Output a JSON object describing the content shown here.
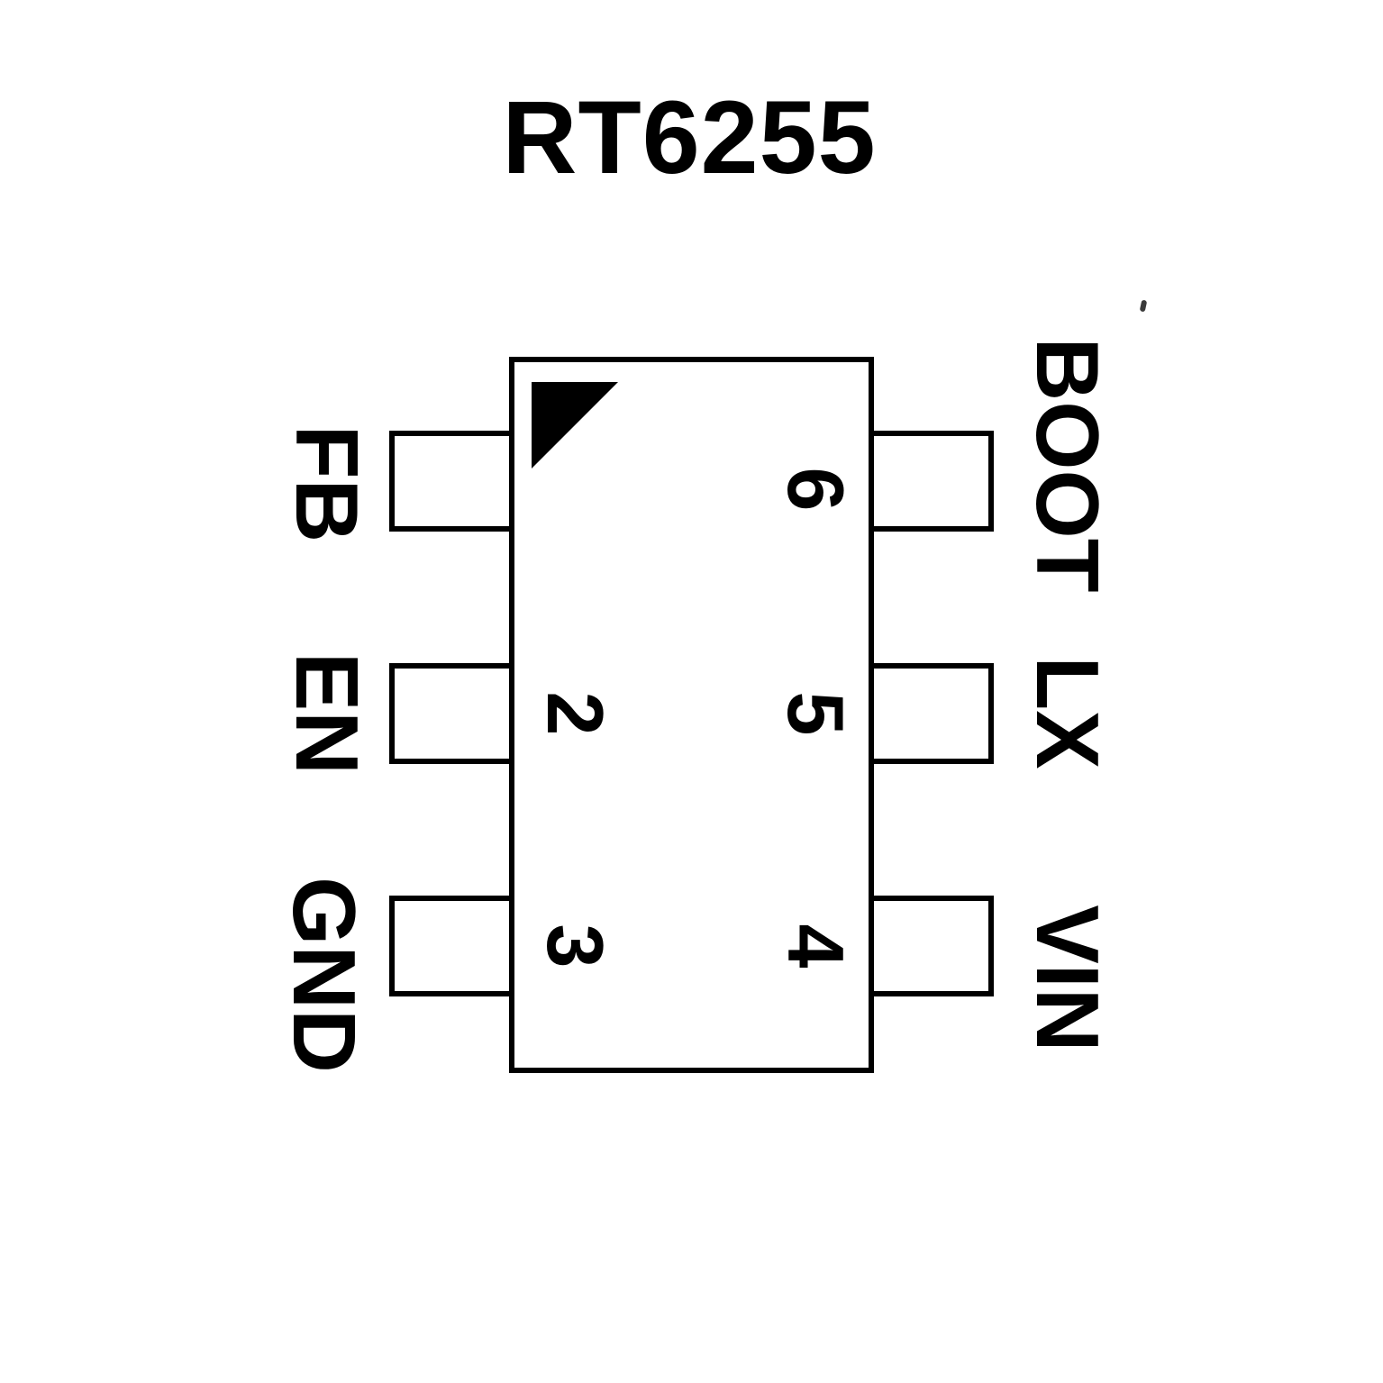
{
  "title": "RT6255",
  "chip": {
    "package_marker": "pin1-triangle",
    "pins": {
      "left": [
        {
          "name": "FB",
          "number": null
        },
        {
          "name": "EN",
          "number": "2"
        },
        {
          "name": "GND",
          "number": "3"
        }
      ],
      "right": [
        {
          "name": "BOOT",
          "number": "6"
        },
        {
          "name": "LX",
          "number": "5"
        },
        {
          "name": "VIN",
          "number": "4"
        }
      ]
    }
  }
}
